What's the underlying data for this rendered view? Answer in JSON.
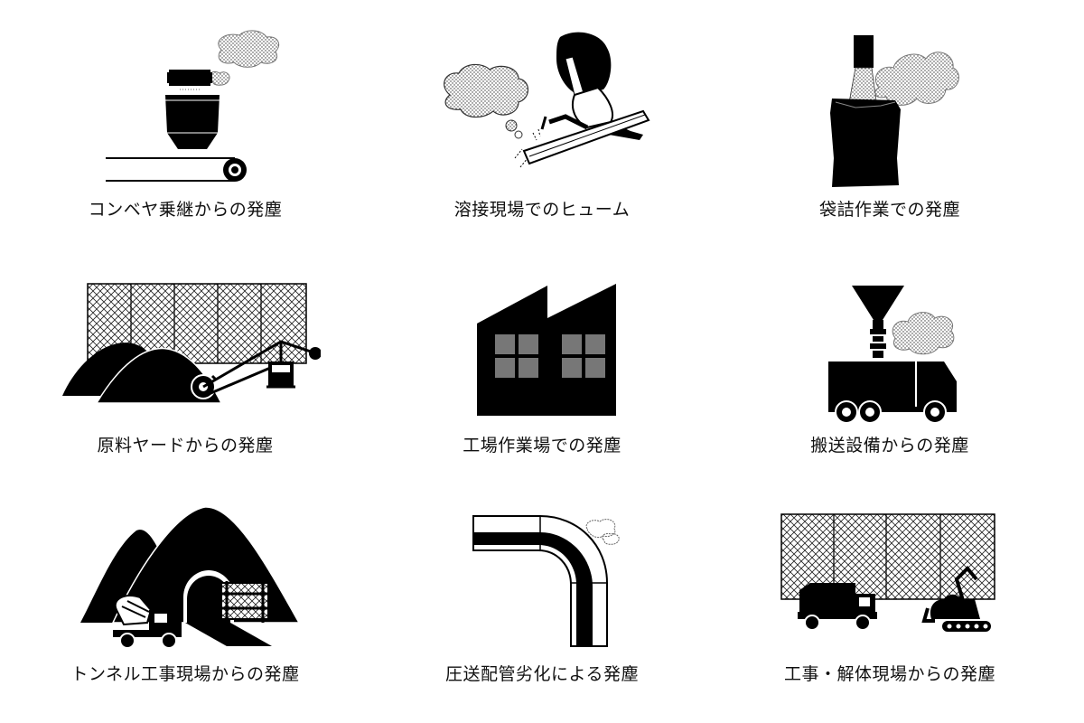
{
  "items": [
    {
      "label": "コンベヤ乗継からの発塵",
      "icon": "conveyor-transfer-icon"
    },
    {
      "label": "溶接現場でのヒューム",
      "icon": "welder-icon"
    },
    {
      "label": "袋詰作業での発塵",
      "icon": "bagging-icon"
    },
    {
      "label": "原料ヤードからの発塵",
      "icon": "material-yard-icon"
    },
    {
      "label": "工場作業場での発塵",
      "icon": "factory-icon"
    },
    {
      "label": "搬送設備からの発塵",
      "icon": "transport-truck-icon"
    },
    {
      "label": "トンネル工事現場からの発塵",
      "icon": "tunnel-construction-icon"
    },
    {
      "label": "圧送配管劣化による発塵",
      "icon": "pipe-elbow-icon"
    },
    {
      "label": "工事・解体現場からの発塵",
      "icon": "demolition-site-icon"
    }
  ]
}
